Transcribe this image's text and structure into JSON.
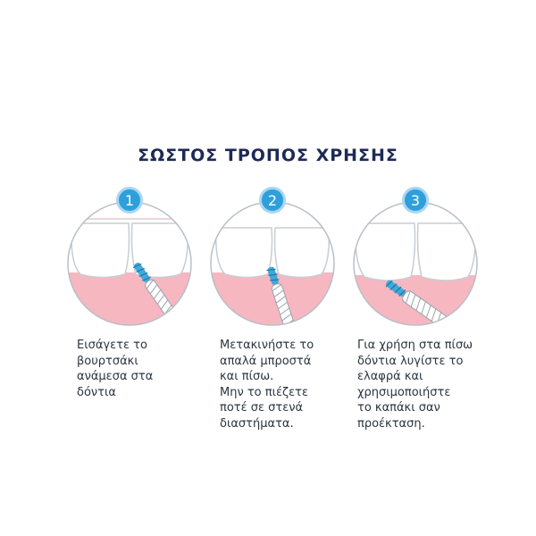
{
  "title": "ΣΩΣΤΟΣ ΤΡΟΠΟΣ ΧΡΗΣΗΣ",
  "steps": [
    {
      "number": "1",
      "lines": [
        "Εισάγετε το",
        "βουρτσάκι",
        "ανάμεσα στα",
        "δόντια"
      ]
    },
    {
      "number": "2",
      "lines": [
        "Μετακινήστε το",
        "απαλά μπροστά",
        "και πίσω.",
        "Μην το πιέζετε",
        "ποτέ σε στενά",
        "διαστήματα."
      ]
    },
    {
      "number": "3",
      "lines": [
        "Για χρήση στα πίσω",
        "δόντια λυγίστε το",
        "ελαφρά και",
        "χρησιμοποιήστε",
        "το καπάκι σαν",
        "προέκταση."
      ]
    }
  ],
  "colors": {
    "title": "#1d2a55",
    "badge_fill": "#2f9fdc",
    "badge_ring": "#a9d6f0",
    "gum": "#f6b7c1",
    "tooth_outline": "#c7cdd3",
    "circle_outline": "#b9bfc6",
    "bristles": "#3fa9d9"
  }
}
